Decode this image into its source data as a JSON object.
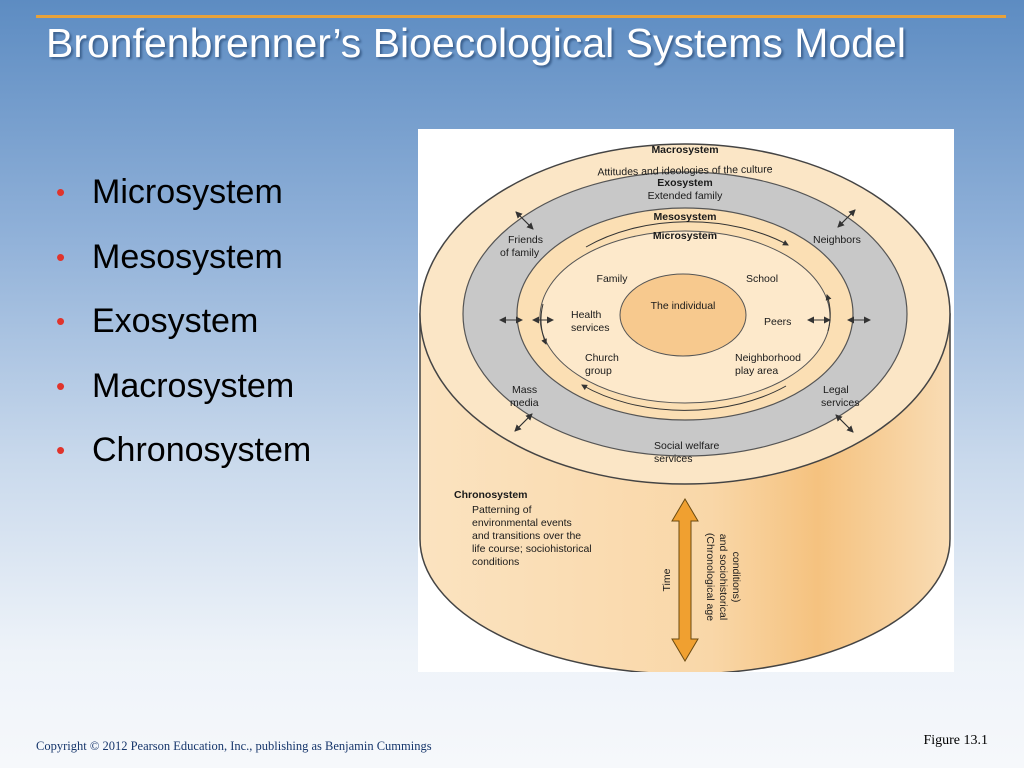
{
  "title": "Bronfenbrenner’s Bioecological Systems Model",
  "bullets": [
    "Microsystem",
    "Mesosystem",
    "Exosystem",
    "Macrosystem",
    "Chronosystem"
  ],
  "footer": {
    "copyright": "Copyright © 2012 Pearson Education, Inc., publishing as Benjamin Cummings",
    "figure": "Figure 13.1"
  },
  "diagram": {
    "macro_title": "Macrosystem",
    "macro_sub": "Attitudes and ideologies of the culture",
    "exo_title": "Exosystem",
    "exo_sub": "Extended family",
    "meso_title": "Mesosystem",
    "micro_title": "Microsystem",
    "center": "The individual",
    "family": "Family",
    "school": "School",
    "health_1": "Health",
    "health_2": "services",
    "peers": "Peers",
    "church_1": "Church",
    "church_2": "group",
    "neighborhood_1": "Neighborhood",
    "neighborhood_2": "play area",
    "friends_1": "Friends",
    "friends_2": "of family",
    "neighbors": "Neighbors",
    "mass_1": "Mass",
    "mass_2": "media",
    "legal_1": "Legal",
    "legal_2": "services",
    "social_1": "Social welfare",
    "social_2": "services",
    "chrono_title": "Chronosystem",
    "chrono_lines": [
      "Patterning of",
      "environmental events",
      "and transitions over the",
      "life course; sociohistorical",
      "conditions"
    ],
    "time": "Time",
    "time_note": [
      "(Chronological age",
      "and sociohistorical",
      "conditions)"
    ]
  },
  "colors": {
    "accent_rule": "#e8a23a",
    "bullet": "#e0342c",
    "macro_band": "#fbe6c6",
    "exo_band": "#c8c8c8",
    "inner": "#fbdfb4",
    "center": "#f7c98e",
    "arrow": "#f0a030"
  }
}
